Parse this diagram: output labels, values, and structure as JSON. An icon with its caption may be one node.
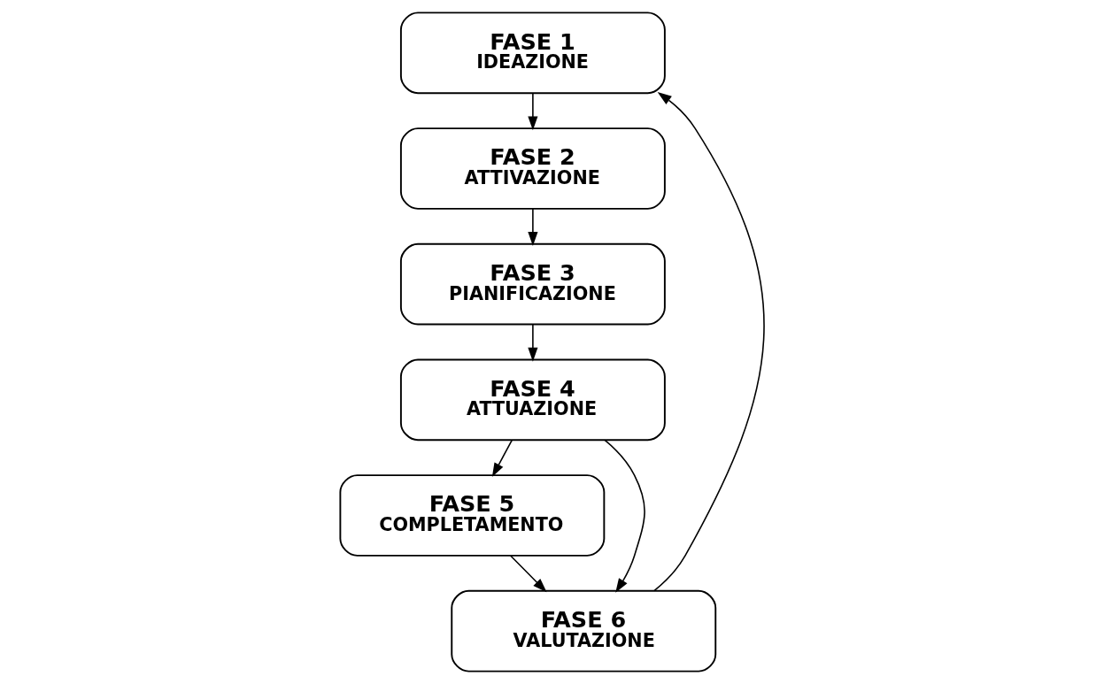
{
  "diagram": {
    "nodes": [
      {
        "text": [
          "FASE 1",
          "IDEAZIONE"
        ]
      },
      {
        "text": [
          "FASE 2",
          "ATTIVAZIONE"
        ]
      },
      {
        "text": [
          "FASE 3",
          "PIANIFICAZIONE"
        ]
      },
      {
        "text": [
          "FASE 4",
          "ATTUAZIONE"
        ]
      },
      {
        "text": [
          "FASE 5",
          "COMPLETAMENTO"
        ]
      },
      {
        "text": [
          "FASE 6",
          "VALUTAZIONE"
        ]
      }
    ],
    "edges": [
      {
        "from": 0,
        "to": 1,
        "arrow": "to"
      },
      {
        "from": 1,
        "to": 2,
        "arrow": "to"
      },
      {
        "from": 2,
        "to": 3,
        "arrow": "to"
      },
      {
        "from": 3,
        "to": 4,
        "arrow": "to"
      },
      {
        "from": 3,
        "to": 5,
        "arrow": "to"
      },
      {
        "from": 4,
        "to": 5,
        "arrow": "to"
      },
      {
        "from": 5,
        "to": 0,
        "arrow": "to"
      }
    ]
  }
}
